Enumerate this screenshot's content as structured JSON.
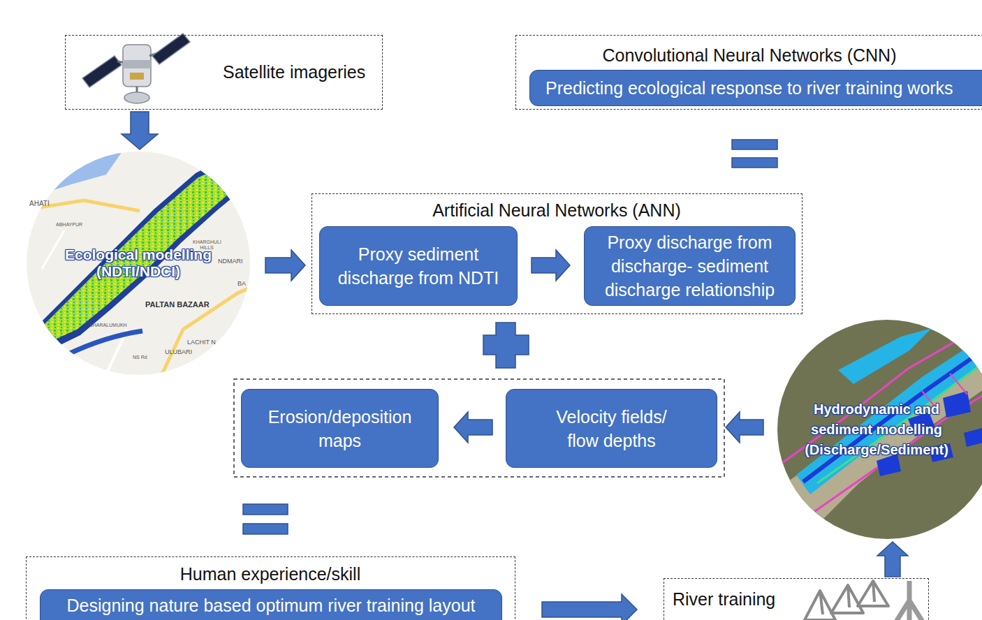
{
  "diagram": {
    "nodes": [
      {
        "text": [
          "Satellite imageries"
        ]
      },
      {
        "text": [
          "Convolutional Neural Networks (CNN)"
        ]
      },
      {
        "text": [
          "Predicting ecological response to river training works"
        ],
        "in": 1
      },
      {
        "text": [
          "Ecological modelling (NDTI/NDCI)"
        ]
      },
      {
        "text": [
          "Artificial Neural Networks (ANN)"
        ]
      },
      {
        "text": [
          "Proxy sediment discharge from NDTI"
        ],
        "in": 4
      },
      {
        "text": [
          "Proxy discharge from discharge- sediment discharge relationship"
        ],
        "in": 4
      },
      {
        "text": [
          "Erosion/deposition maps"
        ]
      },
      {
        "text": [
          "Velocity fields/ flow depths"
        ]
      },
      {
        "text": [
          "Hydrodynamic and sediment modelling (Discharge/Sediment)"
        ]
      },
      {
        "text": [
          "Human experience/skill"
        ]
      },
      {
        "text": [
          "Designing nature based optimum river training layout"
        ],
        "in": 10
      },
      {
        "text": [
          "River training"
        ]
      }
    ],
    "edges": [
      {
        "from": 0,
        "to": 3,
        "arrow": "to"
      },
      {
        "from": 3,
        "to": 4,
        "arrow": "to"
      },
      {
        "from": 5,
        "to": 6,
        "arrow": "to"
      },
      {
        "from": 9,
        "to": 8,
        "arrow": "to"
      },
      {
        "from": 8,
        "to": 7,
        "arrow": "to"
      },
      {
        "from": 10,
        "to": 12,
        "arrow": "to"
      },
      {
        "from": 12,
        "to": 9,
        "arrow": "to"
      }
    ],
    "labels": [
      "AHATI",
      "ABHAYPUR",
      "KHARGHULI HILLS",
      "NDMARI",
      "BA",
      "PALTAN BAZAAR",
      "SHARALUMUKH",
      "LACHIT N",
      "ULUBARI",
      "NS Rd"
    ]
  }
}
